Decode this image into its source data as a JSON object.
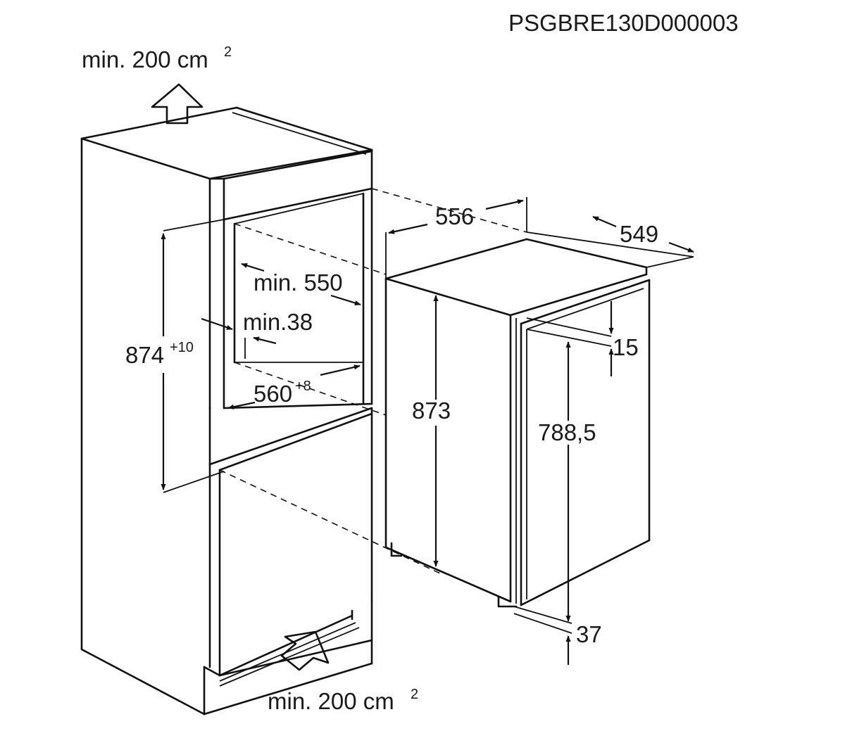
{
  "drawing_code": "PSGBRE130D000003",
  "colors": {
    "line": "#111111",
    "text": "#1a1a1a",
    "background": "#ffffff"
  },
  "ventilation": {
    "top_label": "min. 200 cm",
    "top_sup": "2",
    "bottom_label": "min. 200 cm",
    "bottom_sup": "2"
  },
  "niche": {
    "height": "874",
    "height_tol": "+10",
    "depth": "min. 550",
    "side": "min.38",
    "width": "560",
    "width_tol": "+8"
  },
  "appliance": {
    "width": "556",
    "depth": "549",
    "height": "873",
    "door_height": "788,5",
    "top_offset": "15",
    "bottom_offset": "37"
  },
  "icons": {
    "top_arrow": "arrow-up-icon",
    "bottom_arrow": "arrow-in-icon"
  }
}
